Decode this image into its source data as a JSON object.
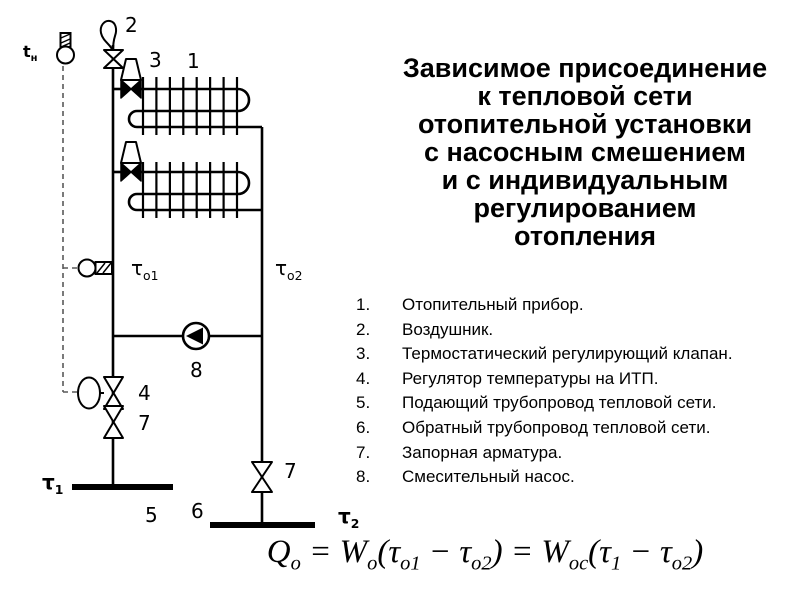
{
  "colors": {
    "background": "#ffffff",
    "line": "#000000",
    "text": "#000000",
    "dashed_control_line": "#595959"
  },
  "title": {
    "text": "Зависимое присоединение\nк тепловой сети\nотопительной установки\nс насосным смешением\nи с индивидуальным\nрегулированием\nотопления"
  },
  "legend": {
    "items": [
      {
        "num": "1.",
        "text": "Отопительный прибор."
      },
      {
        "num": "2.",
        "text": "Воздушник."
      },
      {
        "num": "3.",
        "text": "Термостатический регулирующий клапан."
      },
      {
        "num": "4.",
        "text": "Регулятор температуры на ИТП."
      },
      {
        "num": "5.",
        "text": "Подающий трубопровод тепловой сети."
      },
      {
        "num": "6.",
        "text": "Обратный трубопровод тепловой сети."
      },
      {
        "num": "7.",
        "text": "Запорная арматура."
      },
      {
        "num": "8.",
        "text": "Смесительный насос."
      }
    ]
  },
  "formula": {
    "tokens": [
      {
        "t": "Q",
        "s": "o"
      },
      {
        "t": " = "
      },
      {
        "t": "W",
        "s": "o"
      },
      {
        "t": "("
      },
      {
        "t": "τ",
        "s": "o1"
      },
      {
        "t": " − "
      },
      {
        "t": "τ",
        "s": "o2"
      },
      {
        "t": ") = "
      },
      {
        "t": "W",
        "s": "oc"
      },
      {
        "t": "("
      },
      {
        "t": "τ",
        "s": "1"
      },
      {
        "t": " − "
      },
      {
        "t": "τ",
        "s": "o2"
      },
      {
        "t": ")"
      }
    ]
  },
  "diagram": {
    "labels": {
      "t_out": {
        "base": "t",
        "sub": "н"
      },
      "n1": "1",
      "n2": "2",
      "n3": "3",
      "n4": "4",
      "n5": "5",
      "n6": "6",
      "n7_left": "7",
      "n7_right": "7",
      "n8": "8",
      "tau_o1": {
        "base": "τ",
        "sub": "o1"
      },
      "tau_o2": {
        "base": "τ",
        "sub": "o2"
      },
      "tau_1": {
        "base": "τ",
        "sub": "1"
      },
      "tau_2": {
        "base": "τ",
        "sub": "2"
      }
    },
    "icons": {
      "outdoor-temperature-sensor-icon": "circle with hatched head",
      "air-vent-icon": "teardrop loop",
      "thermostatic-valve-icon": "filled bowtie with trapezoid actuator",
      "radiator-icon": "serpentine coil with fins",
      "supply-temperature-sensor-icon": "circle with hatched pocket",
      "pump-icon": "circle with left-pointing filled triangle",
      "temperature-regulator-valve-icon": "bowtie with ellipse actuator",
      "shutoff-valve-icon": "open bowtie",
      "supply-main-icon": "thick horizontal bar",
      "return-main-icon": "thick horizontal bar"
    }
  }
}
